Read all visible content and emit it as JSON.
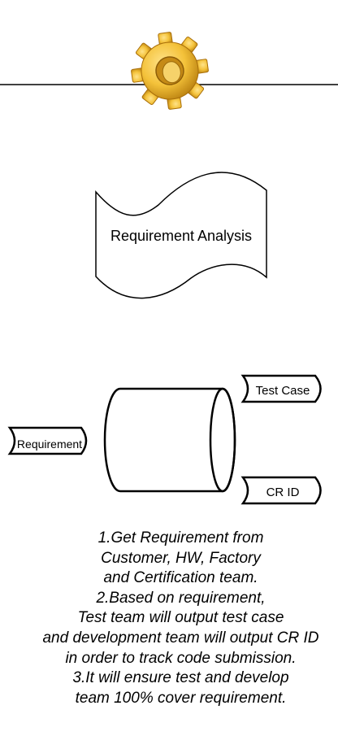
{
  "diagram": {
    "process": {
      "label": "Requirement Analysis"
    },
    "input": {
      "label": "Requirement"
    },
    "outputs": [
      {
        "label": "Test Case"
      },
      {
        "label": "CR ID"
      }
    ],
    "notes": [
      "1.Get Requirement from",
      "Customer, HW, Factory",
      "and Certification team.",
      "2.Based on requirement,",
      "Test team will output test case",
      "and development team will output CR ID",
      "in order to track code submission.",
      "3.It will ensure test and develop",
      "team 100% cover requirement."
    ]
  },
  "colors": {
    "stroke": "#000000",
    "gear_light": "#F6CD52",
    "gear_dark": "#C8921A",
    "background": "#FFFFFF"
  },
  "icons": [
    "gear-icon"
  ]
}
